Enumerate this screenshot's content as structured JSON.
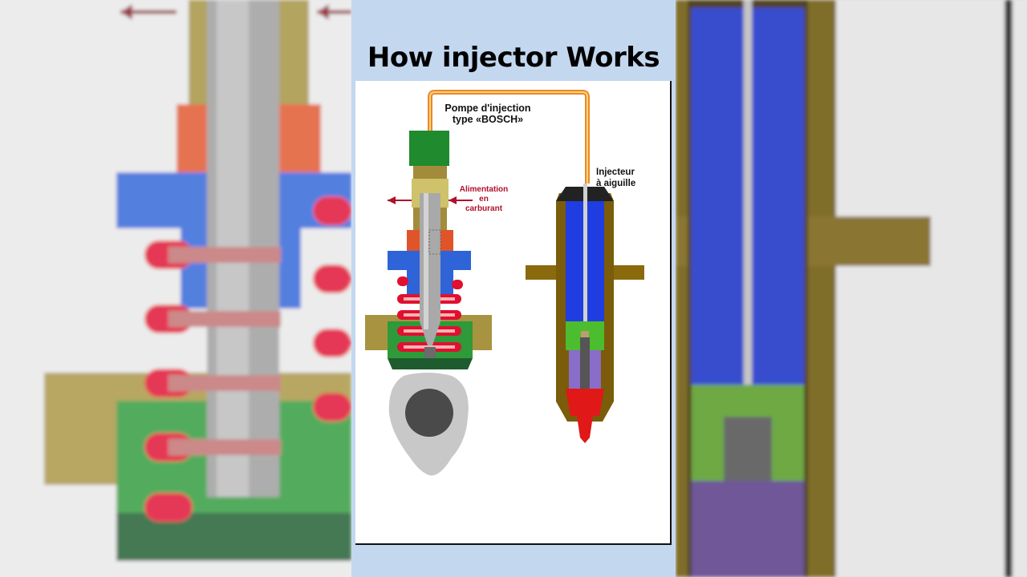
{
  "title": "How injector Works",
  "labels": {
    "pump_line1": "Pompe d'injection",
    "pump_line2": "type «BOSCH»",
    "fuel_line1": "Alimentation",
    "fuel_line2": "en",
    "fuel_line3": "carburant",
    "injector_line1": "Injecteur",
    "injector_line2": "à aiguille"
  },
  "colors": {
    "page_background": "#c3d7ef",
    "fuel_line": "#e8892b",
    "fuel_chamber": "#1f3de0",
    "body": "#8a6a0c",
    "flange": "#2d5bd6",
    "spring": "#e01030",
    "cam": "#c8c8c8",
    "label_accent": "#b0102a"
  }
}
